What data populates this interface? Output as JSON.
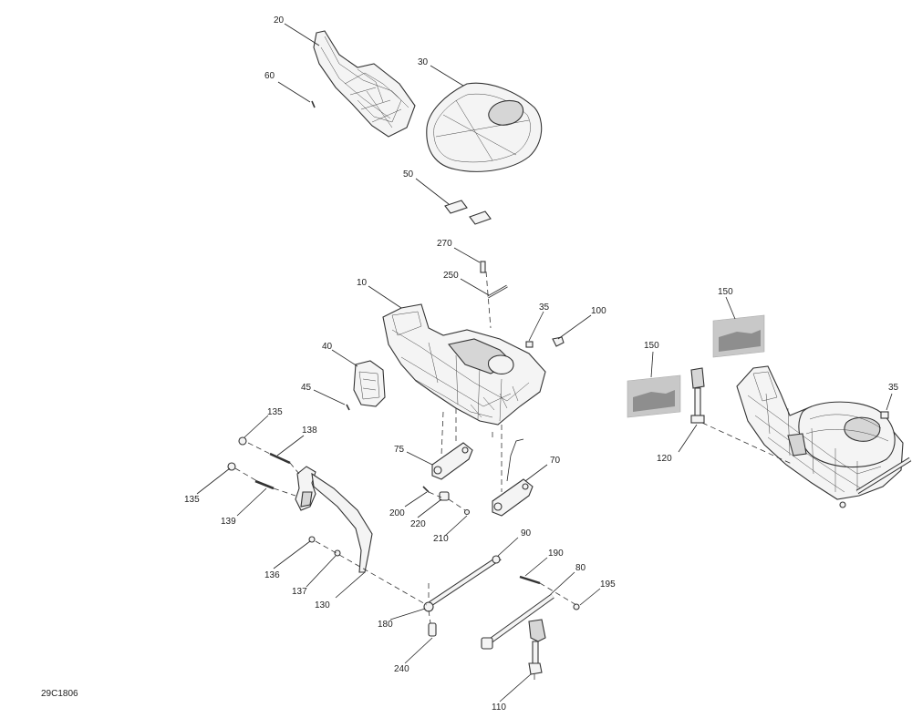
{
  "diagram": {
    "document_id": "29C1806",
    "callouts": {
      "c10": "10",
      "c20": "20",
      "c30": "30",
      "c35a": "35",
      "c35b": "35",
      "c40": "40",
      "c45": "45",
      "c50": "50",
      "c60": "60",
      "c70": "70",
      "c75": "75",
      "c80": "80",
      "c90": "90",
      "c100": "100",
      "c110": "110",
      "c120": "120",
      "c130": "130",
      "c135a": "135",
      "c135b": "135",
      "c136": "136",
      "c137": "137",
      "c138": "138",
      "c139": "139",
      "c150a": "150",
      "c150b": "150",
      "c180": "180",
      "c190": "190",
      "c195": "195",
      "c200": "200",
      "c210": "210",
      "c220": "220",
      "c240": "240",
      "c250": "250",
      "c270": "270"
    }
  }
}
